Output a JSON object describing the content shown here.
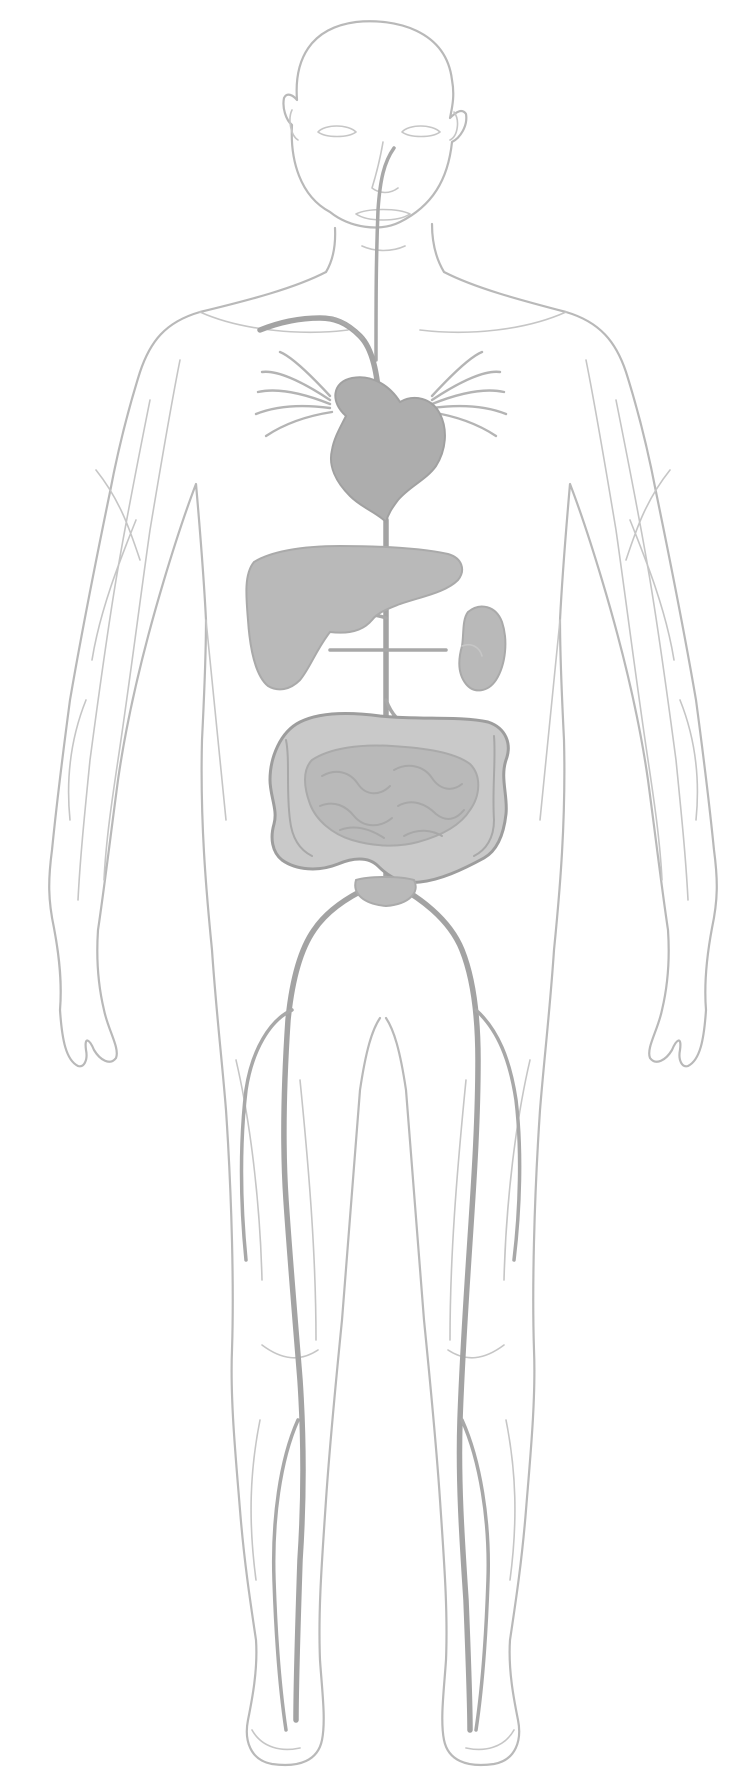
{
  "figure": {
    "kind": "anatomical-line-drawing",
    "subject": "human-body-front-view",
    "highlighted_parts": [
      "heart",
      "lungs",
      "liver",
      "kidney",
      "intestines",
      "aorta",
      "leg-arteries",
      "neck-artery"
    ],
    "colors": {
      "background": "#ffffff",
      "body_outline": "#b9b9b9",
      "organs": "#adadad",
      "vessels": "#a3a3a3"
    }
  }
}
